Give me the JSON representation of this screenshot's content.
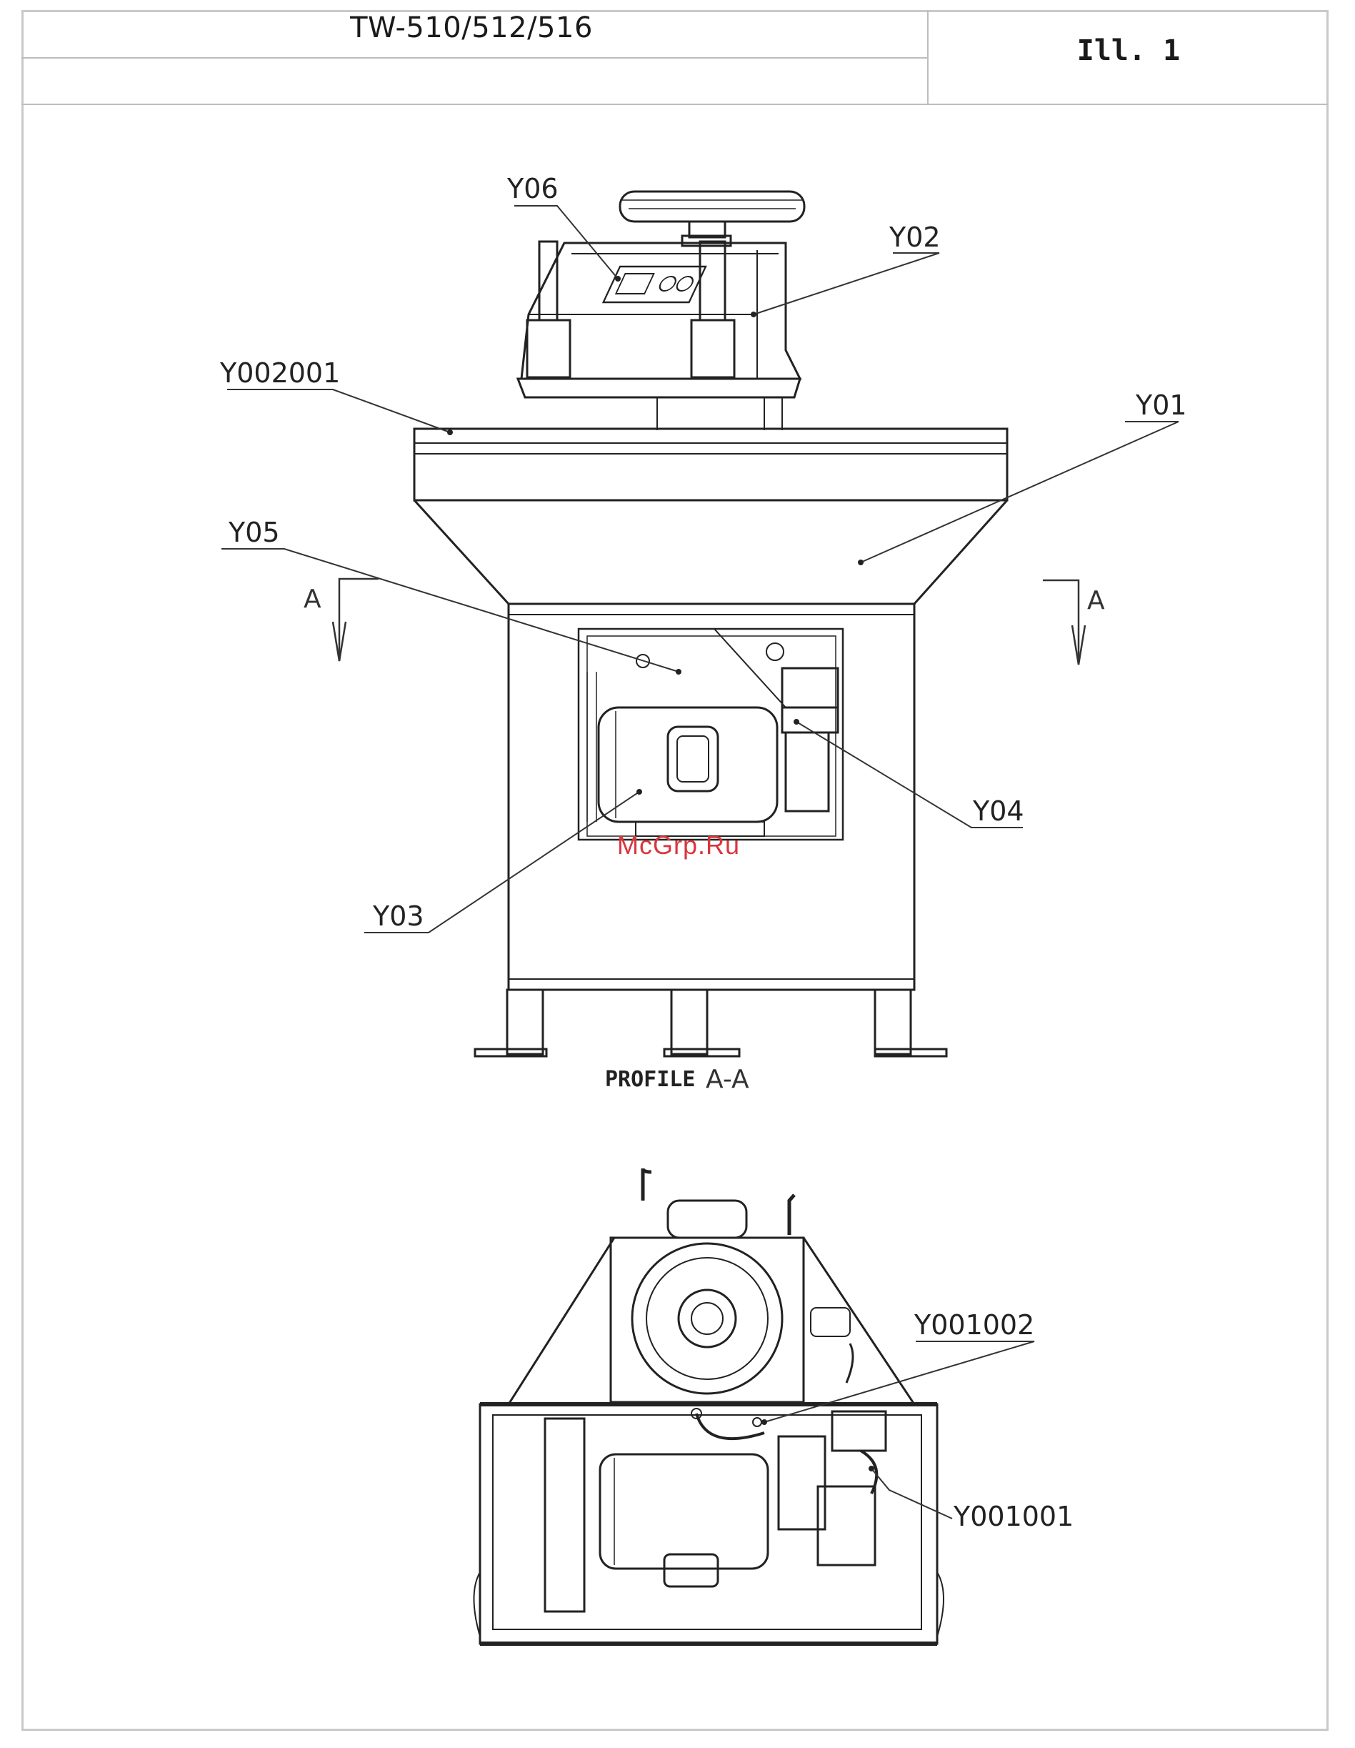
{
  "header": {
    "model": "TW-510/512/516",
    "illustration": "Ill. 1"
  },
  "callouts": {
    "y06": "Y06",
    "y02": "Y02",
    "y002001": "Y002001",
    "y01": "Y01",
    "y05": "Y05",
    "y04": "Y04",
    "y03": "Y03",
    "y001002": "Y001002",
    "y001001": "Y001001"
  },
  "section_markers": {
    "left": "A",
    "right": "A"
  },
  "profile_caption": {
    "word": "PROFILE",
    "section": "A-A"
  },
  "watermark": "McGrp.Ru"
}
